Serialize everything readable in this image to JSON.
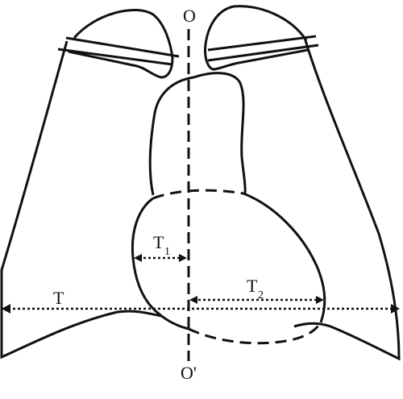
{
  "labels": {
    "axis_top": "O",
    "axis_bottom": "O'",
    "total": "T",
    "left": "T",
    "left_sub": "1",
    "right": "T",
    "right_sub": "2"
  }
}
